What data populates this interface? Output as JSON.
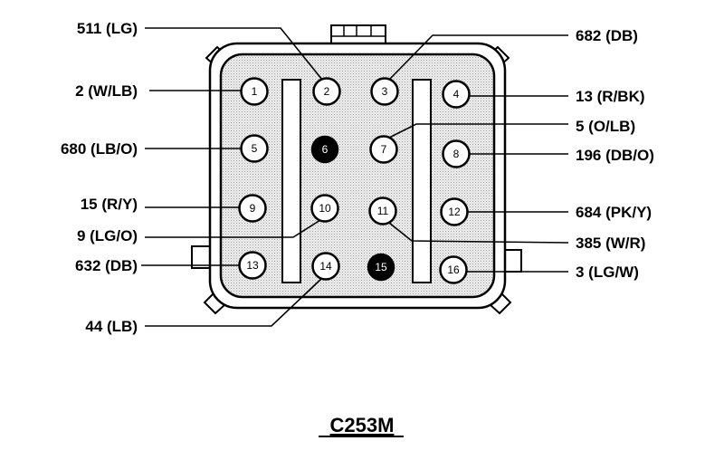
{
  "connector": {
    "title": "C253M",
    "pins": [
      {
        "num": "1",
        "wire": "2 (W/LB)",
        "side": "left",
        "plugged": false
      },
      {
        "num": "2",
        "wire": "511 (LG)",
        "side": "left",
        "plugged": false
      },
      {
        "num": "3",
        "wire": "682 (DB)",
        "side": "right",
        "plugged": false
      },
      {
        "num": "4",
        "wire": "13 (R/BK)",
        "side": "right",
        "plugged": false
      },
      {
        "num": "5",
        "wire": "680 (LB/O)",
        "side": "left",
        "plugged": false
      },
      {
        "num": "6",
        "wire": "",
        "side": "none",
        "plugged": true
      },
      {
        "num": "7",
        "wire": "5 (O/LB)",
        "side": "right",
        "plugged": false
      },
      {
        "num": "8",
        "wire": "196 (DB/O)",
        "side": "right",
        "plugged": false
      },
      {
        "num": "9",
        "wire": "15 (R/Y)",
        "side": "left",
        "plugged": false
      },
      {
        "num": "10",
        "wire": "9 (LG/O)",
        "side": "left",
        "plugged": false
      },
      {
        "num": "11",
        "wire": "385 (W/R)",
        "side": "right",
        "plugged": false
      },
      {
        "num": "12",
        "wire": "684 (PK/Y)",
        "side": "right",
        "plugged": false
      },
      {
        "num": "13",
        "wire": "632 (DB)",
        "side": "left",
        "plugged": false
      },
      {
        "num": "14",
        "wire": "44 (LB)",
        "side": "left",
        "plugged": false
      },
      {
        "num": "15",
        "wire": "",
        "side": "none",
        "plugged": true
      },
      {
        "num": "16",
        "wire": "3 (LG/W)",
        "side": "right",
        "plugged": false
      }
    ]
  }
}
